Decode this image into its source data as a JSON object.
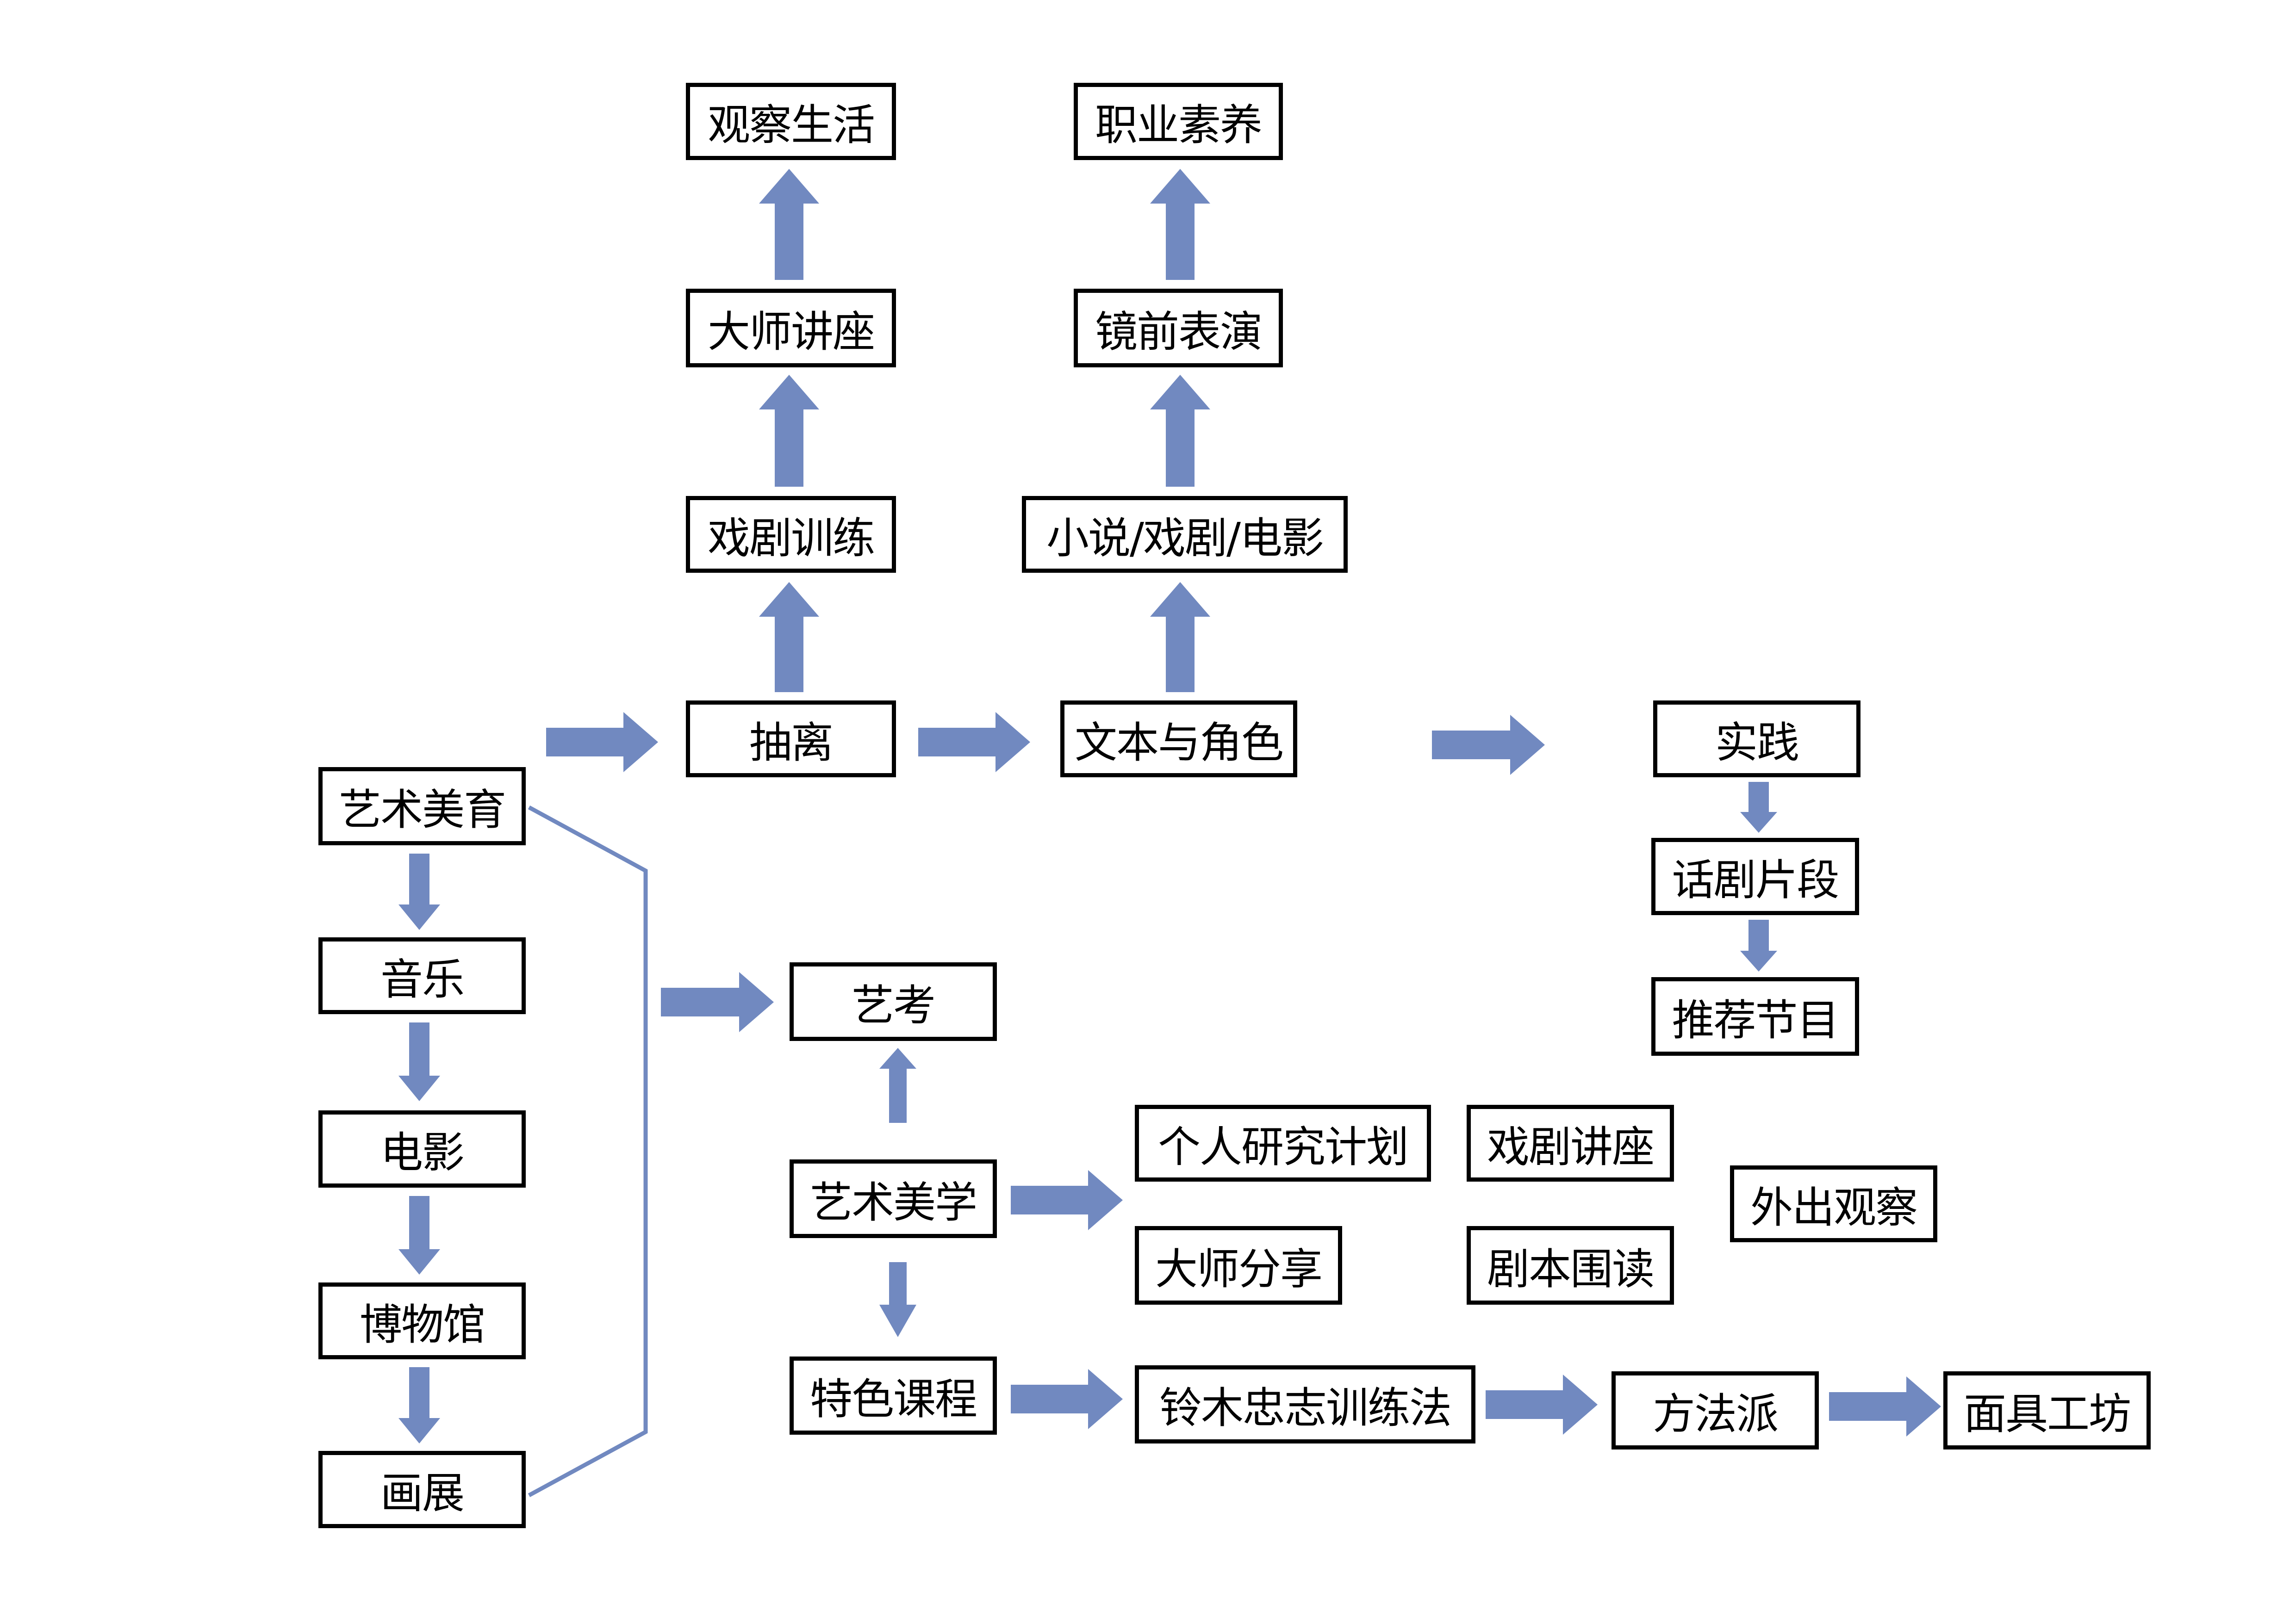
{
  "diagram": {
    "colors": {
      "arrow": "#7189c0",
      "box_border": "#000000",
      "text": "#000000",
      "background": "#ffffff"
    },
    "nodes": {
      "art_education": "艺术美育",
      "music": "音乐",
      "film": "电影",
      "museum": "博物馆",
      "painting_exhibition": "画展",
      "detachment": "抽离",
      "drama_training": "戏剧训练",
      "master_lecture": "大师讲座",
      "observe_life": "观察生活",
      "text_and_role": "文本与角色",
      "novel_drama_film": "小说/戏剧/电影",
      "on_camera_acting": "镜前表演",
      "professional_quality": "职业素养",
      "practice": "实践",
      "drama_excerpt": "话剧片段",
      "recommended_program": "推荐节目",
      "art_exam": "艺考",
      "art_aesthetics": "艺术美学",
      "featured_courses": "特色课程",
      "personal_research_plan": "个人研究计划",
      "master_sharing": "大师分享",
      "drama_lecture": "戏剧讲座",
      "script_reading": "剧本围读",
      "field_observation": "外出观察",
      "suzuki_method": "铃木忠志训练法",
      "method_acting": "方法派",
      "mask_workshop": "面具工坊"
    },
    "edges": [
      {
        "from": "art_education",
        "to": "music"
      },
      {
        "from": "music",
        "to": "film"
      },
      {
        "from": "film",
        "to": "museum"
      },
      {
        "from": "museum",
        "to": "painting_exhibition"
      },
      {
        "from": "art_education",
        "to": "detachment"
      },
      {
        "from": "detachment",
        "to": "drama_training"
      },
      {
        "from": "drama_training",
        "to": "master_lecture"
      },
      {
        "from": "master_lecture",
        "to": "observe_life"
      },
      {
        "from": "detachment",
        "to": "text_and_role"
      },
      {
        "from": "text_and_role",
        "to": "novel_drama_film"
      },
      {
        "from": "novel_drama_film",
        "to": "on_camera_acting"
      },
      {
        "from": "on_camera_acting",
        "to": "professional_quality"
      },
      {
        "from": "text_and_role",
        "to": "practice"
      },
      {
        "from": "practice",
        "to": "drama_excerpt"
      },
      {
        "from": "drama_excerpt",
        "to": "recommended_program"
      },
      {
        "from": "art_education",
        "to": "art_exam"
      },
      {
        "from": "art_aesthetics",
        "to": "art_exam"
      },
      {
        "from": "art_aesthetics",
        "to": "personal_research_plan"
      },
      {
        "from": "art_aesthetics",
        "to": "featured_courses"
      },
      {
        "from": "featured_courses",
        "to": "suzuki_method"
      },
      {
        "from": "suzuki_method",
        "to": "method_acting"
      },
      {
        "from": "method_acting",
        "to": "mask_workshop"
      }
    ]
  }
}
